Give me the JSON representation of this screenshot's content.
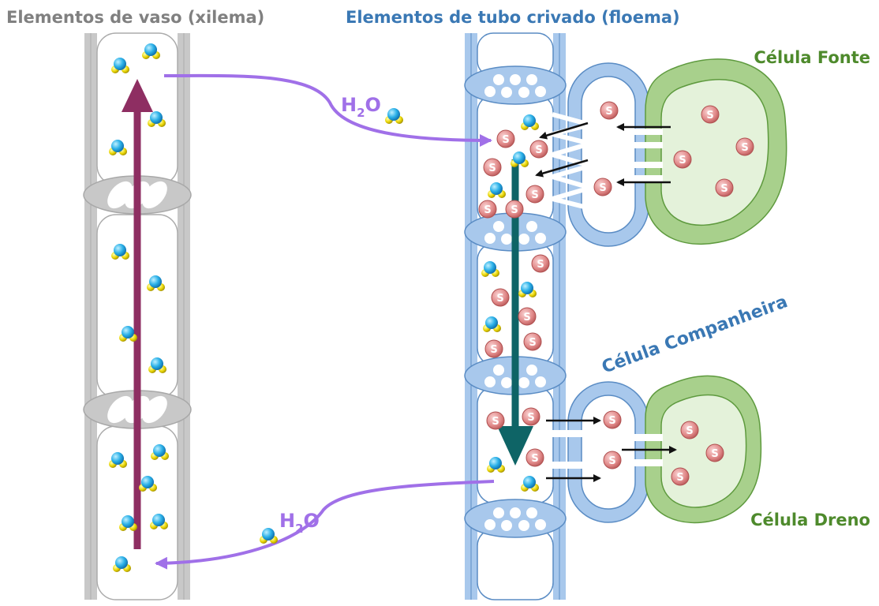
{
  "labels": {
    "xylem_title": "Elementos de vaso (xilema)",
    "phloem_title": "Elementos de tubo crivado (floema)",
    "source_cell": "Célula Fonte",
    "companion_cell": "Célula Companheira",
    "sink_cell": "Célula Dreno",
    "water_formula_base": "H",
    "water_formula_sub": "2",
    "water_formula_tail": "O",
    "sucrose_letter": "S"
  },
  "colors": {
    "xylem_gray": "#c8c8c8",
    "xylem_text": "#808080",
    "phloem_blue": "#a8c8ec",
    "phloem_text": "#3a78b4",
    "cell_green": "#a8d08c",
    "cell_text": "#4e8a2c",
    "water_arrow": "#a070e8",
    "xylem_flow_arrow": "#8e2e62",
    "phloem_flow_arrow": "#0e6466",
    "sucrose": "#e08888",
    "water_molecule": "#2ab0e8"
  }
}
